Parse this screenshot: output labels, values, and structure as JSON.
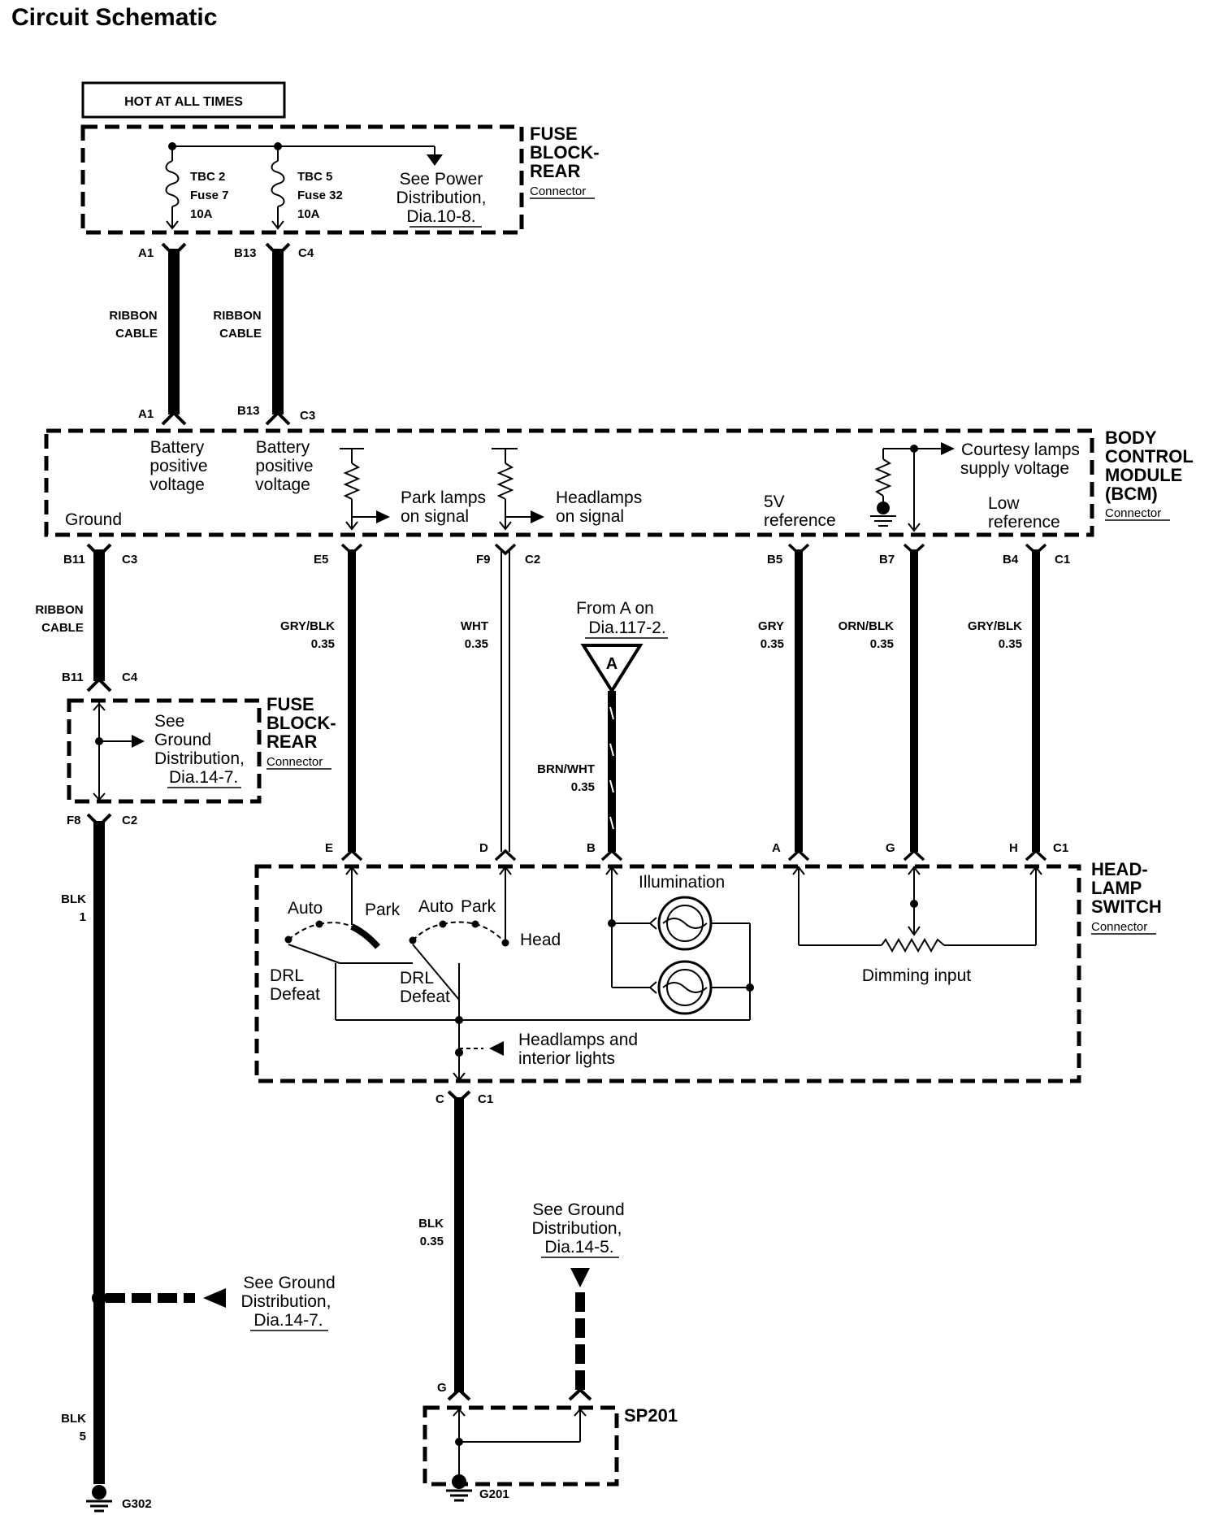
{
  "page_title": "Circuit Schematic",
  "hot_label": "HOT AT ALL TIMES",
  "fuse_block_top": {
    "title": [
      "FUSE",
      "BLOCK-",
      "REAR"
    ],
    "connector": "Connector",
    "fuse1": [
      "TBC 2",
      "Fuse 7",
      "10A"
    ],
    "fuse2": [
      "TBC 5",
      "Fuse 32",
      "10A"
    ],
    "see_power": [
      "See Power",
      "Distribution,",
      "Dia.10-8."
    ]
  },
  "pins": {
    "a1_top": "A1",
    "b13_top": "B13",
    "c4_top": "C4",
    "a1_bot": "A1",
    "b13_bot": "B13",
    "c3_bot": "C3",
    "b11_top": "B11",
    "c3_b11": "C3",
    "e5": "E5",
    "f9": "F9",
    "c2_f9": "C2",
    "b5": "B5",
    "b7": "B7",
    "b4": "B4",
    "c1_b4": "C1",
    "b11_bot": "B11",
    "c4_b11": "C4",
    "f8": "F8",
    "c2_f8": "C2",
    "e": "E",
    "d": "D",
    "b": "B",
    "a": "A",
    "g": "G",
    "h": "H",
    "c1_h": "C1",
    "c": "C",
    "c1_c": "C1",
    "g_sp": "G"
  },
  "ribbon": {
    "line1": "RIBBON",
    "line2": "CABLE"
  },
  "bcm": {
    "title": [
      "BODY",
      "CONTROL",
      "MODULE",
      "(BCM)"
    ],
    "connector": "Connector",
    "battery": [
      "Battery",
      "positive",
      "voltage"
    ],
    "ground": "Ground",
    "park_signal": [
      "Park lamps",
      "on signal"
    ],
    "head_signal": [
      "Headlamps",
      "on signal"
    ],
    "courtesy": [
      "Courtesy lamps",
      "supply voltage"
    ],
    "ref5v": [
      "5V",
      "reference"
    ],
    "lowref": [
      "Low",
      "reference"
    ]
  },
  "wires": {
    "gry_blk_e5": [
      "GRY/BLK",
      "0.35"
    ],
    "wht": [
      "WHT",
      "0.35"
    ],
    "brn_wht": [
      "BRN/WHT",
      "0.35"
    ],
    "gry": [
      "GRY",
      "0.35"
    ],
    "orn_blk": [
      "ORN/BLK",
      "0.35"
    ],
    "gry_blk_b4": [
      "GRY/BLK",
      "0.35"
    ],
    "blk_1": [
      "BLK",
      "1"
    ],
    "blk_5": [
      "BLK",
      "5"
    ],
    "blk_035": [
      "BLK",
      "0.35"
    ]
  },
  "from_a": [
    "From A on",
    "Dia.117-2."
  ],
  "offpage_letter": "A",
  "fuse_block_left": {
    "title": [
      "FUSE",
      "BLOCK-",
      "REAR"
    ],
    "connector": "Connector",
    "see_ground": [
      "See",
      "Ground",
      "Distribution,",
      "Dia.14-7."
    ]
  },
  "headlamp_switch": {
    "title": [
      "HEAD-",
      "LAMP",
      "SWITCH"
    ],
    "connector": "Connector",
    "illumination": "Illumination",
    "auto1": "Auto",
    "park1": "Park",
    "auto2": "Auto",
    "park2": "Park",
    "head": "Head",
    "drl1": [
      "DRL",
      "Defeat"
    ],
    "drl2": [
      "DRL",
      "Defeat"
    ],
    "dimming": "Dimming input",
    "headlamps_interior": [
      "Headlamps and",
      "interior lights"
    ]
  },
  "see_ground_145": [
    "See Ground",
    "Distribution,",
    "Dia.14-5."
  ],
  "see_ground_147": [
    "See Ground",
    "Distribution,",
    "Dia.14-7."
  ],
  "sp201": "SP201",
  "g302": "G302",
  "g201": "G201"
}
